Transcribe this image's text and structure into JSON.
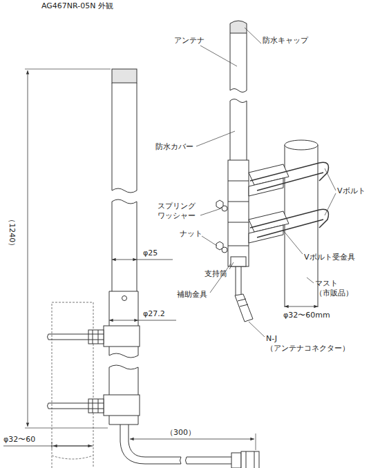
{
  "diagram": {
    "title": "AG467NR-05N 外観",
    "labels": [
      "アンテナ",
      "防水キャップ",
      "防水カバー",
      "Vボルト",
      "スプリング ワッシャー",
      "ナット",
      "支持筒",
      "補助金具",
      "Vボルト受金具",
      "マスト （市販品）",
      "φ32〜60mm",
      "N-J （アンテナコネクター）",
      "（1240）",
      "φ25",
      "φ27.2",
      "φ32〜60",
      "（300）"
    ]
  }
}
